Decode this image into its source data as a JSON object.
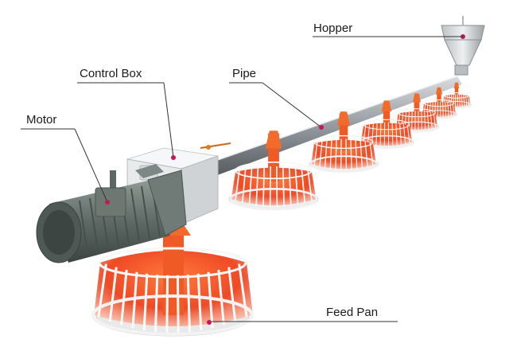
{
  "labels": {
    "hopper": "Hopper",
    "control_box": "Control Box",
    "pipe": "Pipe",
    "motor": "Motor",
    "feed_pan": "Feed Pan"
  },
  "colors": {
    "pan_orange": "#f2571f",
    "pan_red": "#e8402a",
    "grill_white": "#f7f7f7",
    "pipe_gray": "#8c9096",
    "motor_gray": "#5c6763",
    "box_white": "#eceeef",
    "leader_dot": "#c2185b"
  },
  "icons": {
    "feeder": "poultry-pan-feeder-illustration"
  }
}
